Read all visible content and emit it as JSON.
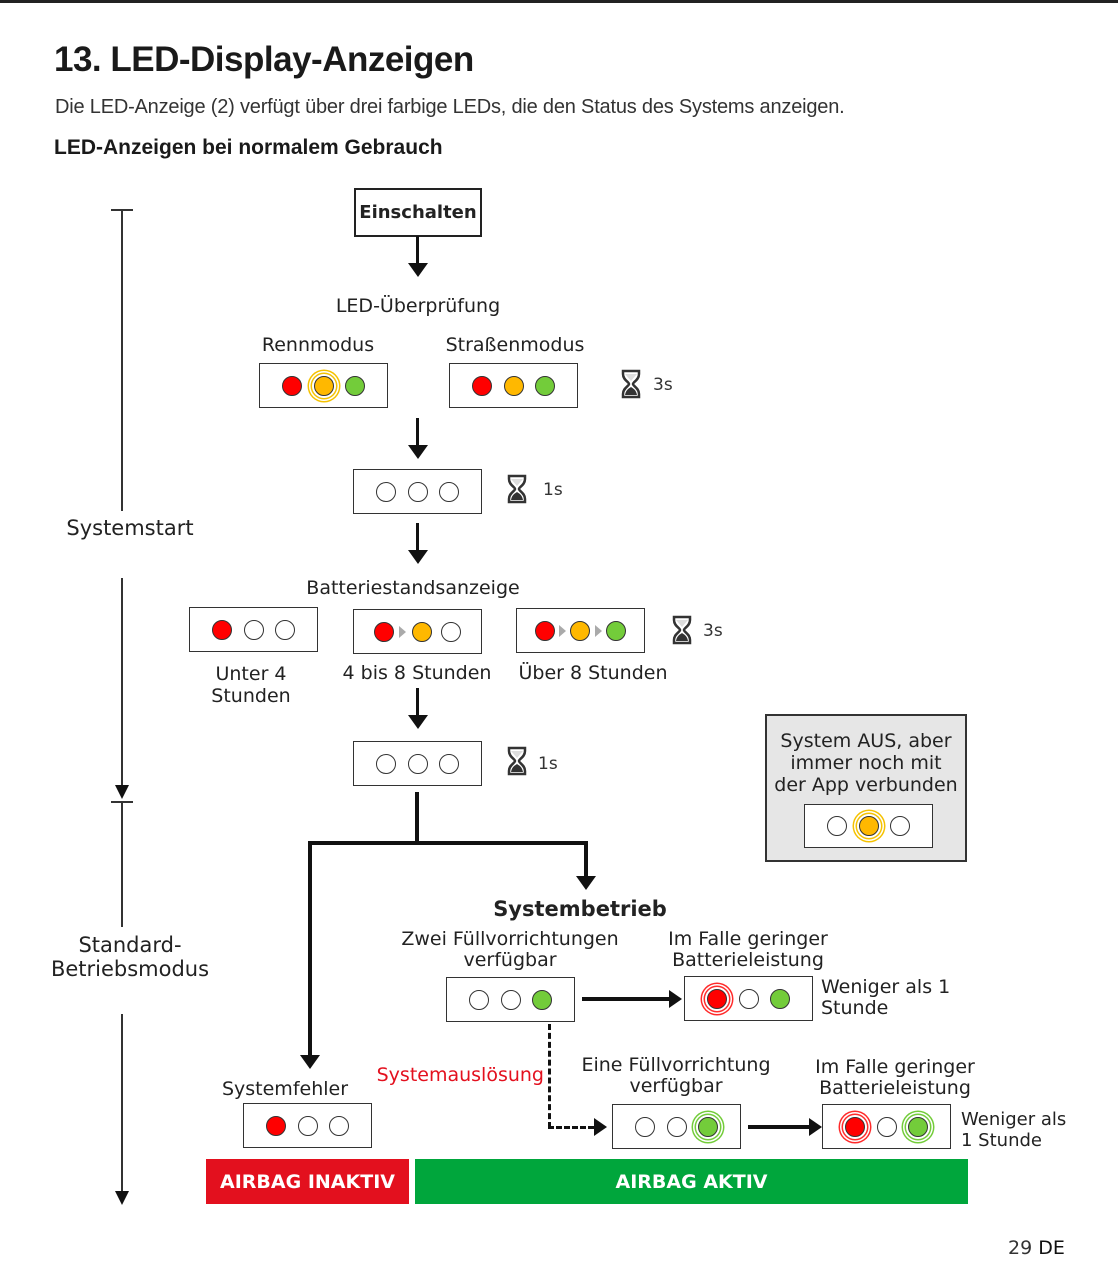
{
  "header": {
    "title": "13. LED-Display-Anzeigen",
    "intro": "Die LED-Anzeige (2) verfügt über drei farbige LEDs, die den Status des Systems anzeigen.",
    "subtitle": "LED-Anzeigen bei normalem Gebrauch"
  },
  "colors": {
    "led_red": "#ff0000",
    "led_orange": "#ffb800",
    "led_green": "#73cc3a",
    "airbag_inactive": "#e3101e",
    "airbag_active": "#00a63c",
    "system_trigger_text": "#e3101e"
  },
  "timeline": {
    "phase1": "Systemstart",
    "phase2_line1": "Standard-",
    "phase2_line2": "Betriebsmodus"
  },
  "flow": {
    "power_on": "Einschalten",
    "led_check": {
      "title": "LED-Überprüfung",
      "race_mode": {
        "label": "Rennmodus",
        "leds": [
          "red-on",
          "orange-blink",
          "green-on"
        ]
      },
      "street_mode": {
        "label": "Straßenmodus",
        "leds": [
          "red-on",
          "orange-on",
          "green-on"
        ]
      },
      "duration": "3s",
      "timer_icon": "hourglass-icon"
    },
    "pause1": {
      "leds": [
        "off",
        "off",
        "off"
      ],
      "duration": "1s"
    },
    "battery": {
      "title": "Batteriestandsanzeige",
      "levels": [
        {
          "label_line1": "Unter 4",
          "label_line2": "Stunden",
          "leds": [
            "red-on",
            "off",
            "off"
          ]
        },
        {
          "label_line1": "4 bis 8 Stunden",
          "label_line2": "",
          "leds": [
            "red-on",
            "orange-on",
            "off"
          ]
        },
        {
          "label_line1": "Über 8 Stunden",
          "label_line2": "",
          "leds": [
            "red-on",
            "orange-on",
            "green-on"
          ]
        }
      ],
      "duration": "3s"
    },
    "pause2": {
      "leds": [
        "off",
        "off",
        "off"
      ],
      "duration": "1s"
    },
    "system_off_app": {
      "line1": "System AUS, aber",
      "line2": "immer noch mit",
      "line3": "der App verbunden",
      "leds": [
        "off",
        "orange-blink",
        "off"
      ]
    },
    "operation": {
      "title": "Systembetrieb",
      "two_inflators": {
        "line1": "Zwei Füllvorrichtungen",
        "line2": "verfügbar",
        "leds": [
          "off",
          "off",
          "green-on"
        ]
      },
      "low_battery_1": {
        "line1": "Im Falle geringer",
        "line2": "Batterieleistung",
        "leds": [
          "red-blink",
          "off",
          "green-on"
        ],
        "note_line1": "Weniger als 1",
        "note_line2": "Stunde"
      },
      "trigger": "Systemauslösung",
      "one_inflator": {
        "line1": "Eine Füllvorrichtung",
        "line2": "verfügbar",
        "leds": [
          "off",
          "off",
          "green-blink"
        ]
      },
      "low_battery_2": {
        "line1": "Im Falle geringer",
        "line2": "Batterieleistung",
        "leds": [
          "red-blink",
          "off",
          "green-blink"
        ],
        "note_line1": "Weniger als",
        "note_line2": "1 Stunde"
      }
    },
    "system_error": {
      "label": "Systemfehler",
      "leds": [
        "red-on",
        "off",
        "off"
      ]
    }
  },
  "status": {
    "inactive": "AIRBAG INAKTIV",
    "active": "AIRBAG AKTIV"
  },
  "footer": {
    "page_number": "29",
    "language": "DE"
  }
}
